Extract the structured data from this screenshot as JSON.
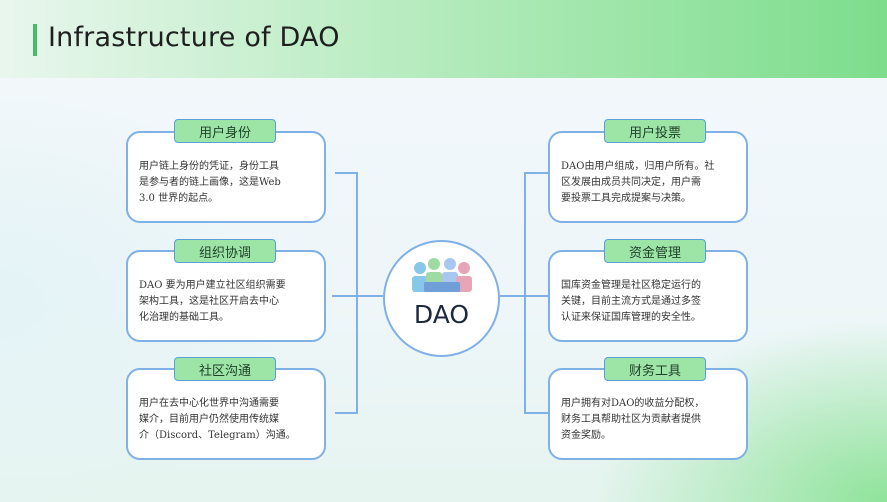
{
  "header": {
    "title": "Infrastructure of DAO"
  },
  "center": {
    "label": "DAO",
    "icon": "people-group-icon"
  },
  "left_cards": [
    {
      "title": "用户身份",
      "text": "用户链上身份的凭证，身份工具\n是参与者的链上画像，这是Web\n3.0 世界的起点。"
    },
    {
      "title": "组织协调",
      "text": "DAO 要为用户建立社区组织需要\n架构工具，这是社区开启去中心\n化治理的基础工具。"
    },
    {
      "title": "社区沟通",
      "text": "用户在去中心化世界中沟通需要\n媒介，目前用户仍然使用传统媒\n介（Discord、Telegram）沟通。"
    }
  ],
  "right_cards": [
    {
      "title": "用户投票",
      "text": "DAO由用户组成，归用户所有。社\n区发展由成员共同决定，用户需\n要投票工具完成提案与决策。"
    },
    {
      "title": "资金管理",
      "text": "国库资金管理是社区稳定运行的\n关键，目前主流方式是通过多签\n认证来保证国库管理的安全性。"
    },
    {
      "title": "财务工具",
      "text": "用户拥有对DAO的收益分配权，\n财务工具帮助社区为贡献者提供\n资金奖励。"
    }
  ],
  "colors": {
    "accent_green": "#4cb96a",
    "pill_green": "#9de5a6",
    "border_blue": "#7fb0e6"
  }
}
